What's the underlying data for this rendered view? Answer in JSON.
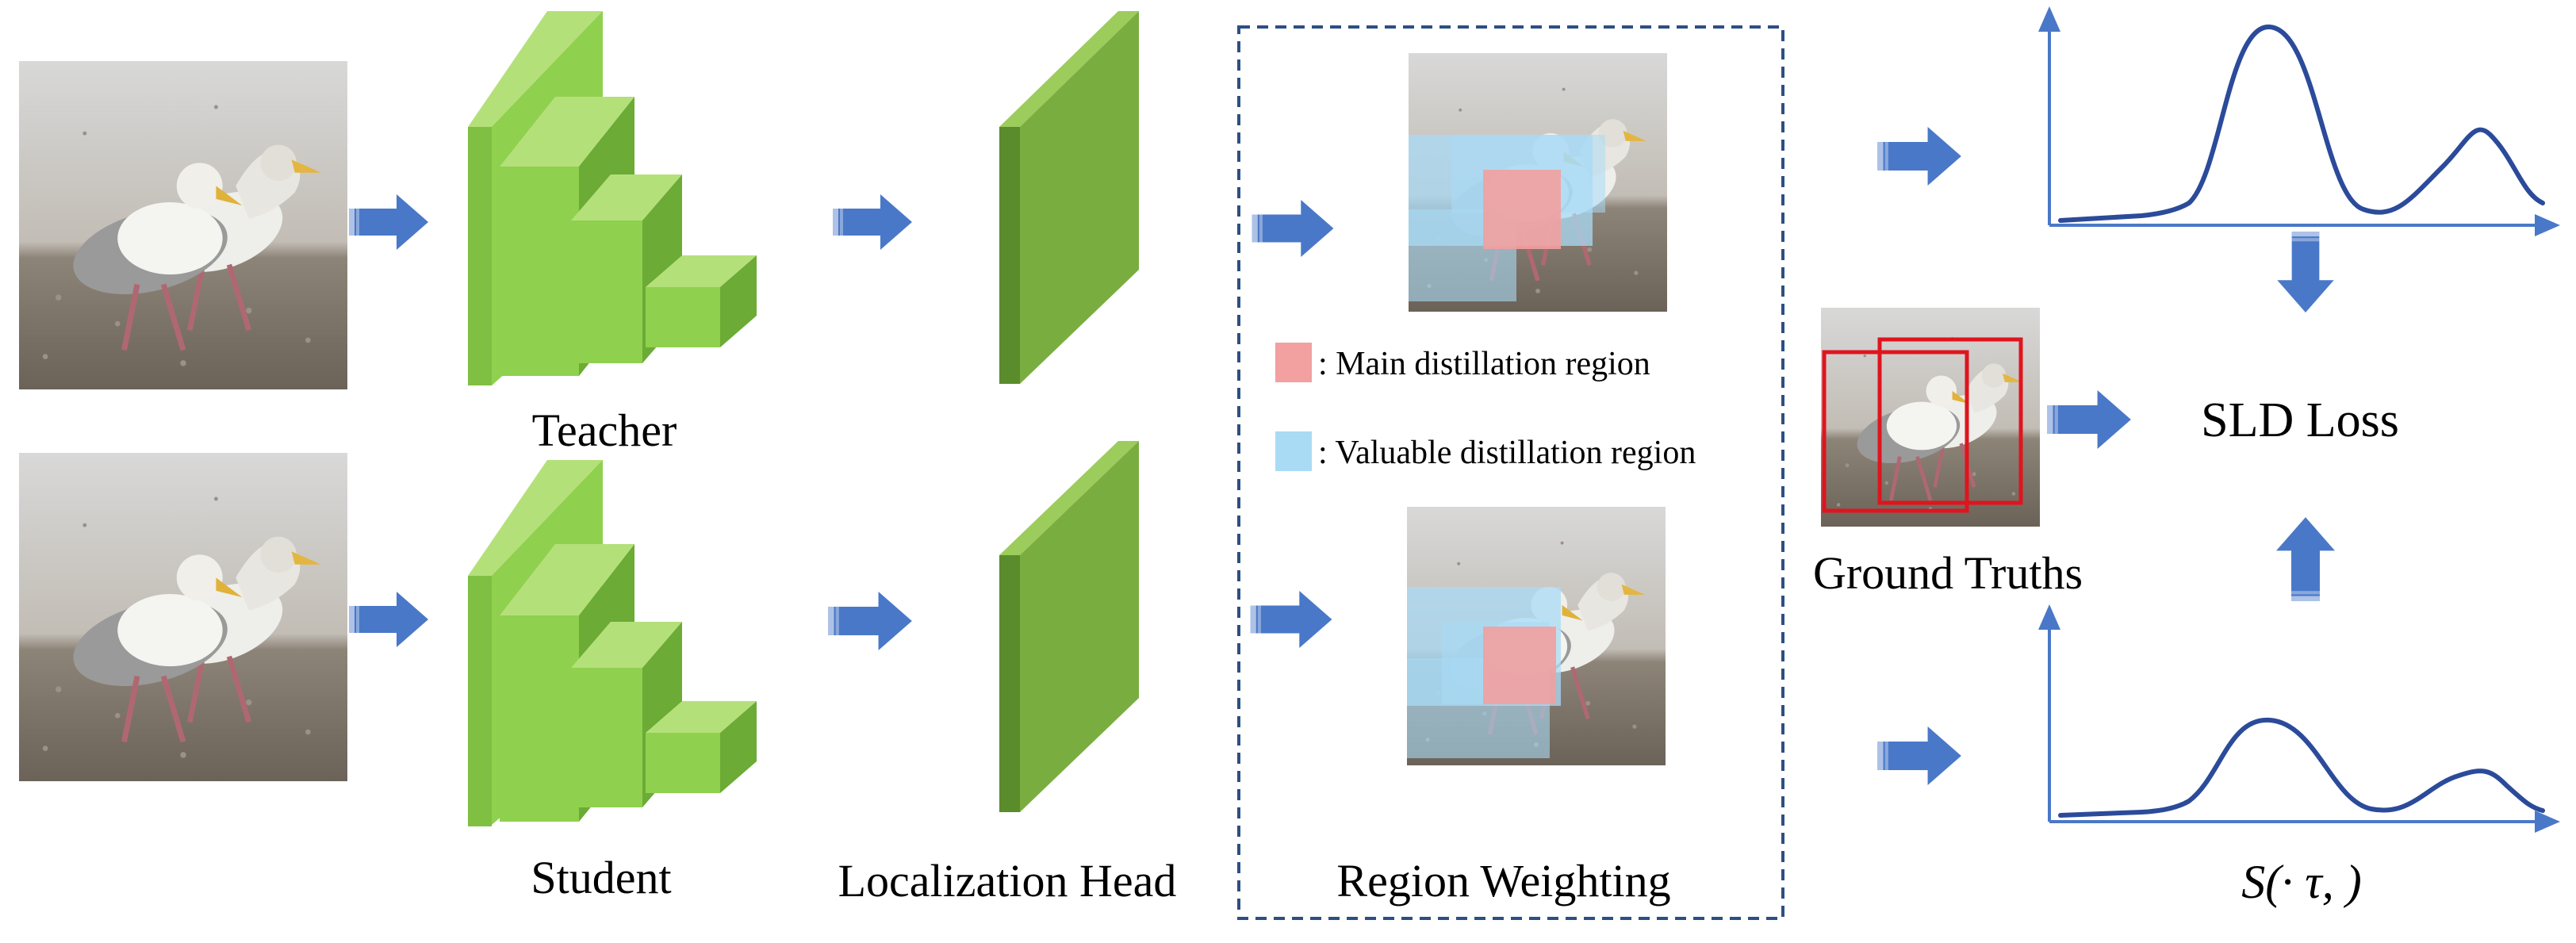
{
  "labels": {
    "teacher": "Teacher",
    "student": "Student",
    "localization_head": "Localization Head",
    "region_weighting": "Region Weighting",
    "ground_truths": "Ground Truths",
    "sld_loss": "SLD Loss",
    "score_function": "S(· τ, )"
  },
  "legend": {
    "main_region": ": Main distillation region",
    "valuable_region": ": Valuable distillation region"
  },
  "colors": {
    "arrow": "#4a78c8",
    "network_front": "#8fd04e",
    "network_side": "#6bab36",
    "network_top": "#b4e07a",
    "head_front": "#7aad40",
    "head_side": "#5b8c2c",
    "main_region": "#f2a0a0",
    "valuable_region": "#a9dbf5",
    "curve": "#2b4b9a",
    "dashed_box": "#2d4f82",
    "gt_box": "#e0141e"
  },
  "icons": {
    "arrow": "block-arrow-icon",
    "bird_photo": "seagull-photo-icon"
  },
  "distributions": {
    "teacher_curve": "bimodal-high",
    "student_curve": "bimodal-low"
  }
}
